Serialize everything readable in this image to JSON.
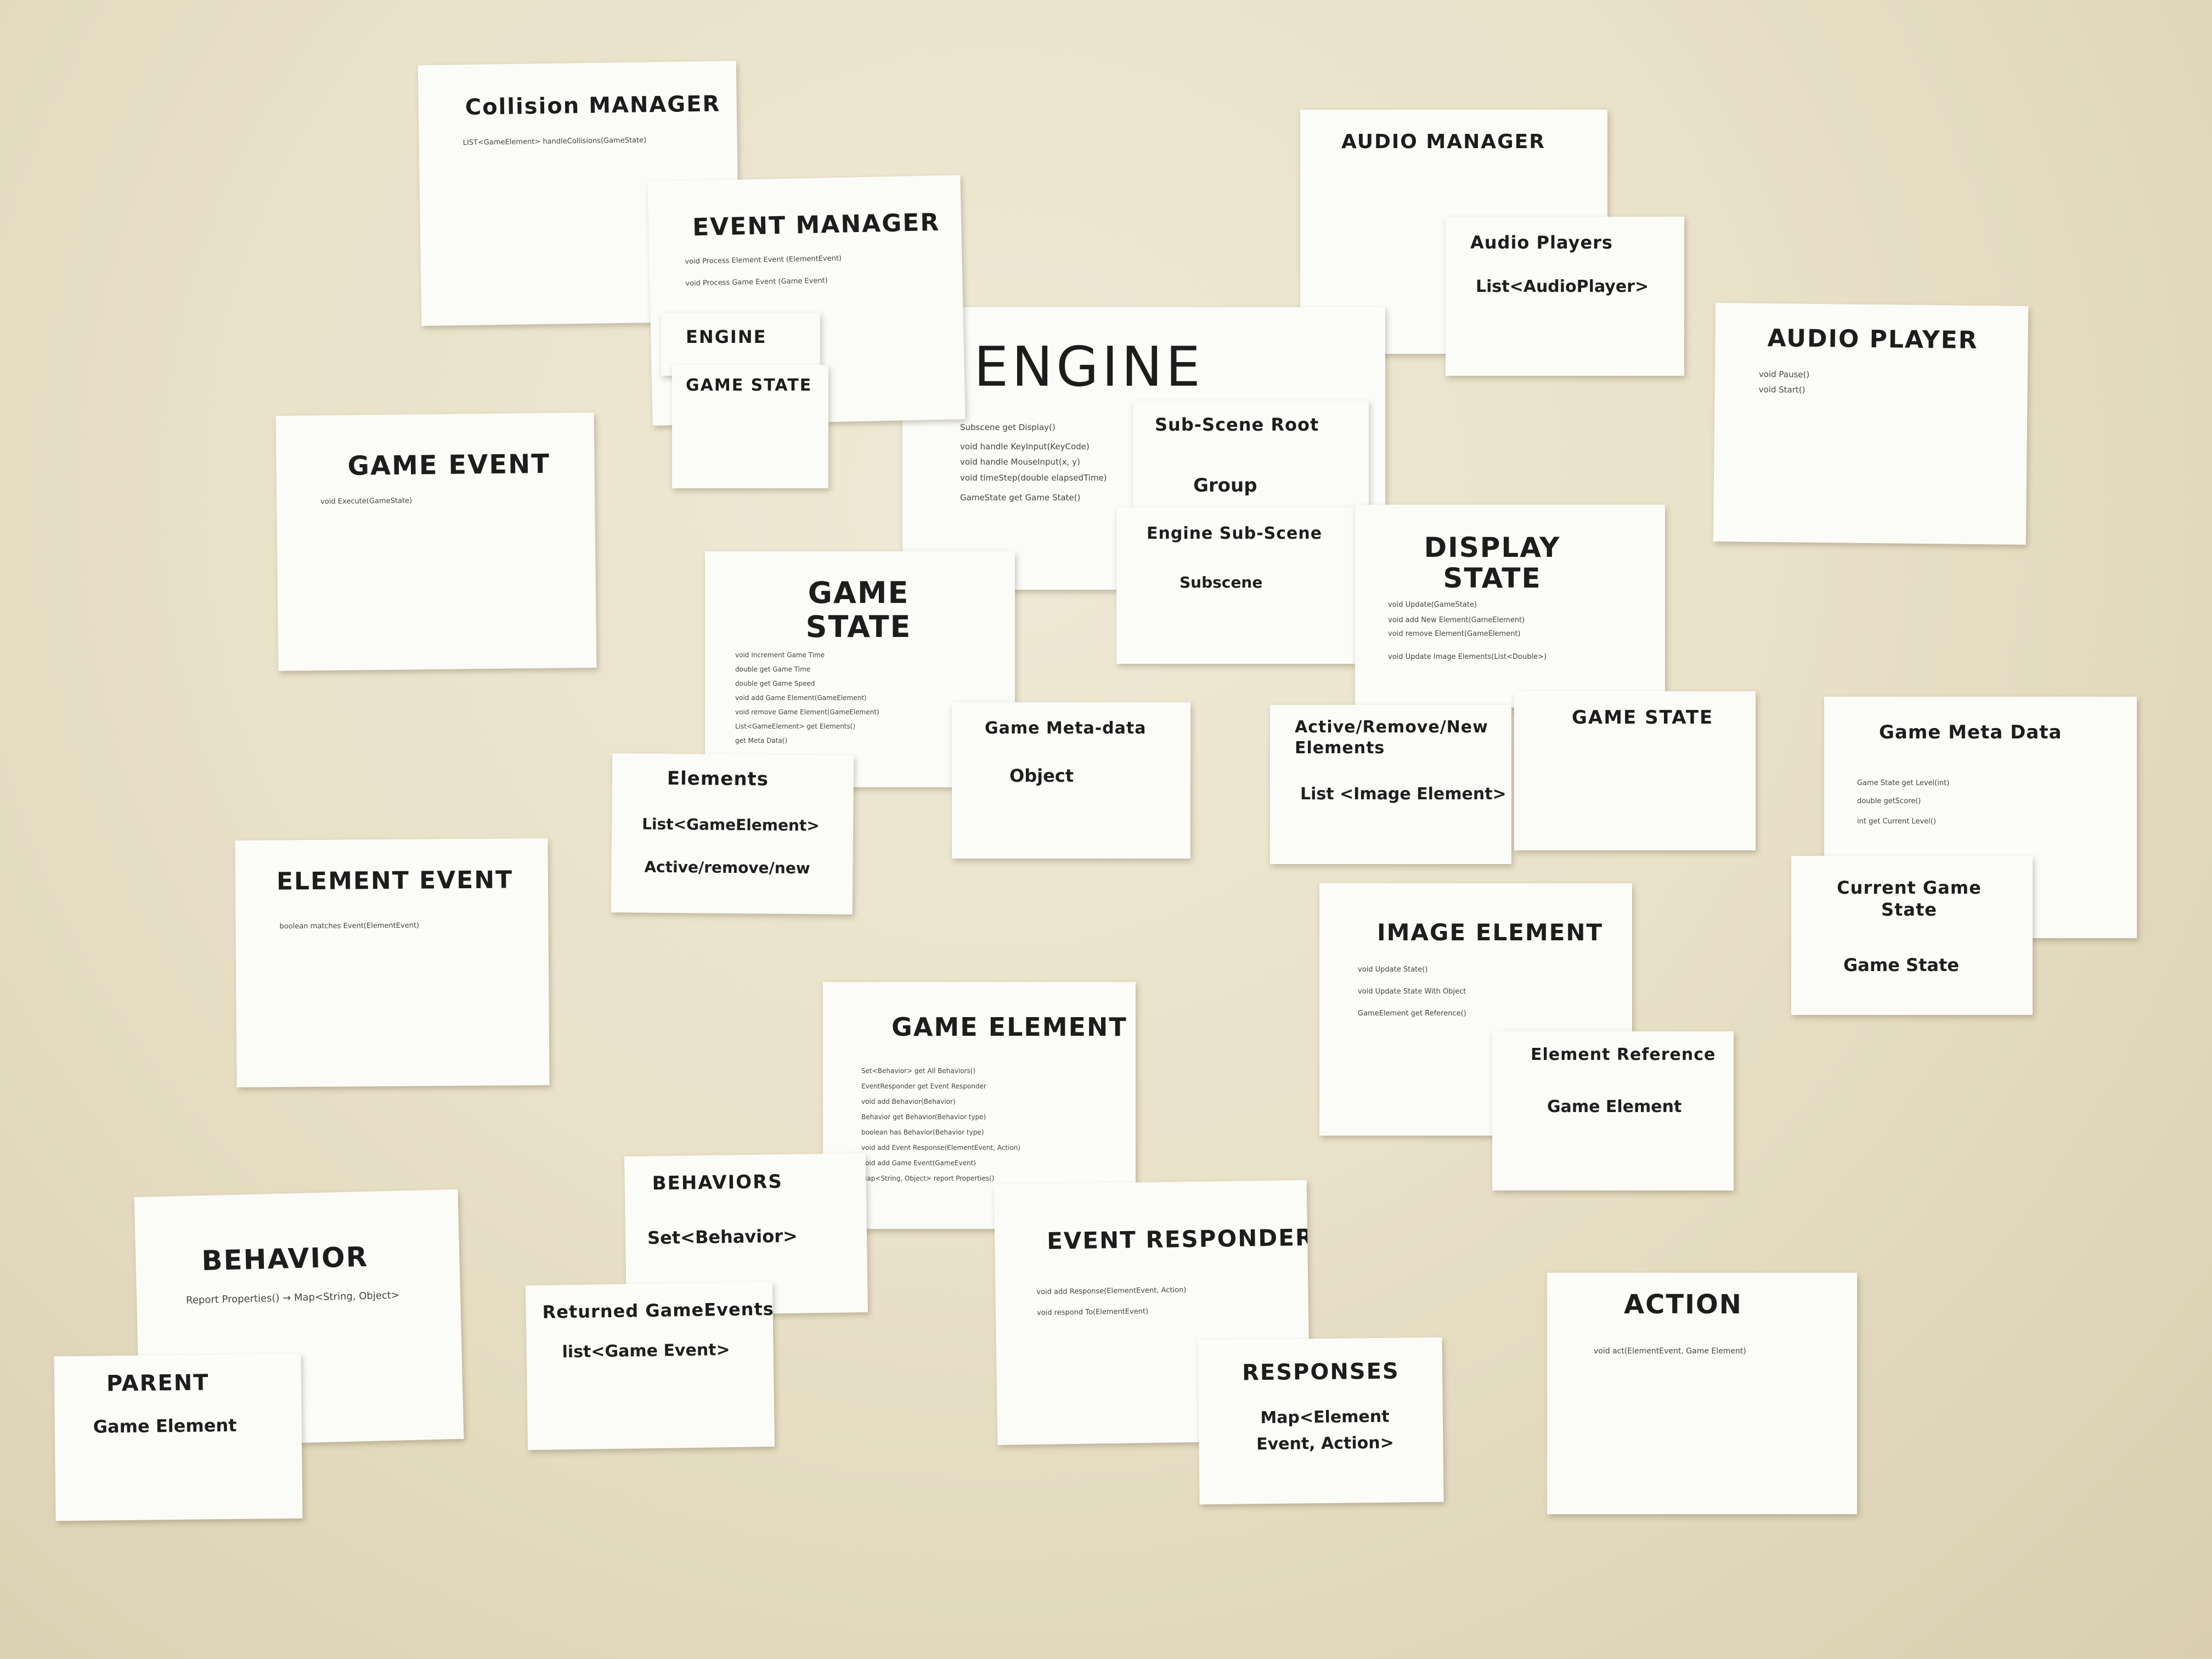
{
  "cards": {
    "collision_manager": {
      "title": "Collision MANAGER",
      "lines": [
        "LIST<GameElement> handleCollisions(GameState)"
      ]
    },
    "event_manager": {
      "title": "EVENT MANAGER",
      "lines": [
        "void   Process Element Event (ElementEvent)",
        "void   Process Game Event (Game Event)"
      ]
    },
    "event_manager_engine": {
      "title": "ENGINE"
    },
    "event_manager_game_state": {
      "title": "GAME STATE"
    },
    "audio_manager": {
      "title": "AUDIO MANAGER"
    },
    "audio_players": {
      "title": "Audio Players",
      "value": "List<AudioPlayer>"
    },
    "audio_player": {
      "title": "AUDIO PLAYER",
      "lines": [
        "void  Pause()",
        "void  Start()"
      ]
    },
    "engine": {
      "title": "ENGINE",
      "lines": [
        "Subscene   get Display()",
        "void   handle KeyInput(KeyCode)",
        "void   handle MouseInput(x, y)",
        "void   timeStep(double elapsedTime)",
        "GameState   get Game State()"
      ]
    },
    "sub_scene_root": {
      "title": "Sub-Scene Root",
      "value": "Group"
    },
    "engine_sub_scene": {
      "title": "Engine Sub-Scene",
      "value": "Subscene"
    },
    "game_event": {
      "title": "GAME EVENT",
      "lines": [
        "void   Execute(GameState)"
      ]
    },
    "game_state": {
      "title": "GAME STATE",
      "lines": [
        "void   Increment Game Time",
        "double  get Game Time",
        "double  get Game Speed",
        "void   add Game Element(GameElement)",
        "void   remove Game Element(GameElement)",
        "List<GameElement>   get Elements()",
        "get Meta Data()"
      ]
    },
    "display_state": {
      "title": "DISPLAY STATE",
      "lines": [
        "void   Update(GameState)",
        "void   add New Element(GameElement)",
        "void   remove Element(GameElement)",
        "void   Update Image Elements(List<Double>)"
      ]
    },
    "elements": {
      "title": "Elements",
      "value": "List<GameElement>",
      "value2": "Active/remove/new"
    },
    "game_meta_data_obj": {
      "title": "Game Meta-data",
      "value": "Object"
    },
    "active_remove_new": {
      "title": "Active/Remove/New Elements",
      "value": "List <Image Element>"
    },
    "display_game_state": {
      "title": "GAME STATE"
    },
    "game_meta_data": {
      "title": "Game Meta Data",
      "lines": [
        "Game State   get Level(int)",
        "double   getScore()",
        "int   get Current Level()"
      ]
    },
    "current_game_state": {
      "title": "Current Game State",
      "value": "Game State"
    },
    "element_event": {
      "title": "ELEMENT EVENT",
      "lines": [
        "boolean  matches Event(ElementEvent)"
      ]
    },
    "image_element": {
      "title": "IMAGE ELEMENT",
      "lines": [
        "void   Update State()",
        "void   Update State With Object",
        "GameElement   get Reference()"
      ]
    },
    "element_reference": {
      "title": "Element Reference",
      "value": "Game Element"
    },
    "game_element": {
      "title": "GAME ELEMENT",
      "lines": [
        "Set<Behavior>   get All Behaviors()",
        "EventResponder   get Event Responder",
        "void   add Behavior(Behavior)",
        "Behavior   get Behavior(Behavior type)",
        "boolean   has Behavior(Behavior type)",
        "void   add Event Response(ElementEvent, Action)",
        "void   add Game Event(GameEvent)",
        "Map<String, Object>   report Properties()"
      ]
    },
    "behaviors": {
      "title": "BEHAVIORS",
      "value": "Set<Behavior>"
    },
    "behavior": {
      "title": "BEHAVIOR",
      "lines": [
        "Report Properties() → Map<String, Object>"
      ]
    },
    "parent": {
      "title": "PARENT",
      "value": "Game Element"
    },
    "returned_game_events": {
      "title": "Returned GameEvents",
      "value": "list<Game Event>"
    },
    "event_responder": {
      "title": "EVENT RESPONDER",
      "lines": [
        "void   add Response(ElementEvent, Action)",
        "void   respond To(ElementEvent)"
      ]
    },
    "responses": {
      "title": "RESPONSES",
      "value": "Map<Element Event, Action>"
    },
    "action": {
      "title": "ACTION",
      "lines": [
        "void   act(ElementEvent, Game Element)"
      ]
    }
  }
}
